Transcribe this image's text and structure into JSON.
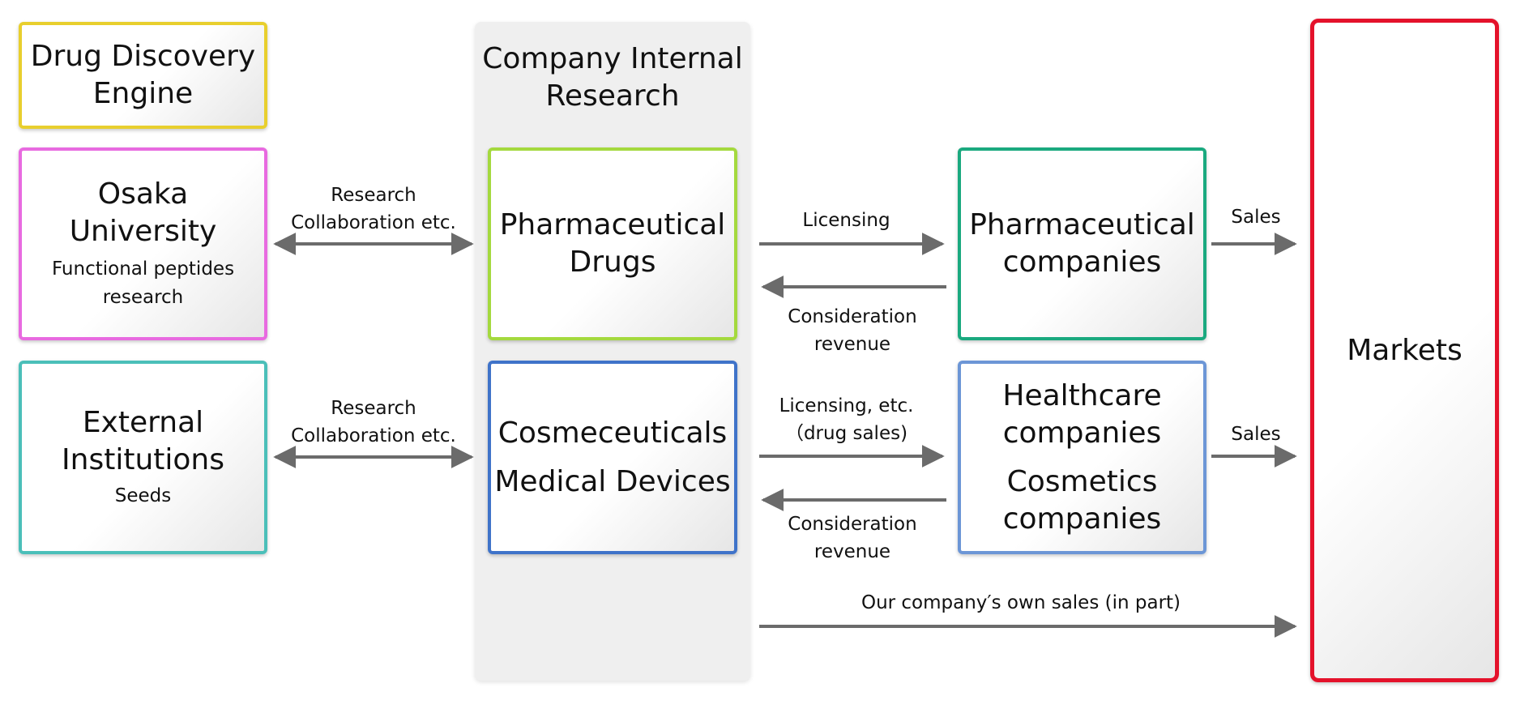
{
  "drug_discovery_engine": {
    "line1": "Drug Discovery",
    "line2": "Engine"
  },
  "osaka_university": {
    "title": "Osaka University",
    "sub_line1": "Functional peptides",
    "sub_line2": "research"
  },
  "external_institutions": {
    "title": "External Institutions",
    "sub": "Seeds"
  },
  "company_internal": {
    "line1": "Company Internal",
    "line2": "Research"
  },
  "pharmaceutical_drugs": {
    "line1": "Pharmaceutical",
    "line2": "Drugs"
  },
  "cosmeceuticals": {
    "line1": "Cosmeceuticals",
    "line2": "Medical Devices"
  },
  "pharma_companies": {
    "line1": "Pharmaceutical",
    "line2": "companies"
  },
  "healthcare_companies": {
    "line1": "Healthcare",
    "line2": "companies",
    "line3": "Cosmetics",
    "line4": "companies"
  },
  "markets": {
    "label": "Markets"
  },
  "arrows": {
    "research_top": {
      "line1": "Research",
      "line2": "Collaboration etc."
    },
    "research_bottom": {
      "line1": "Research",
      "line2": "Collaboration etc."
    },
    "licensing": "Licensing",
    "consideration_top": "Consideration revenue",
    "licensing_etc": {
      "line1": "Licensing, etc.",
      "line2": "（drug sales)"
    },
    "consideration_bottom": "Consideration revenue",
    "sales_top": "Sales",
    "sales_bottom": "Sales",
    "own_sales": "Our company′s own sales (in part)"
  },
  "colors": {
    "yellow": "#e8cf2e",
    "magenta": "#e86ae0",
    "teal": "#4bbfb9",
    "lime": "#a4d93e",
    "blue": "#3f73c9",
    "green": "#1aa97f",
    "light_blue": "#6c96d6",
    "red": "#e4122b",
    "arrow_gray": "#6b6b6b"
  }
}
